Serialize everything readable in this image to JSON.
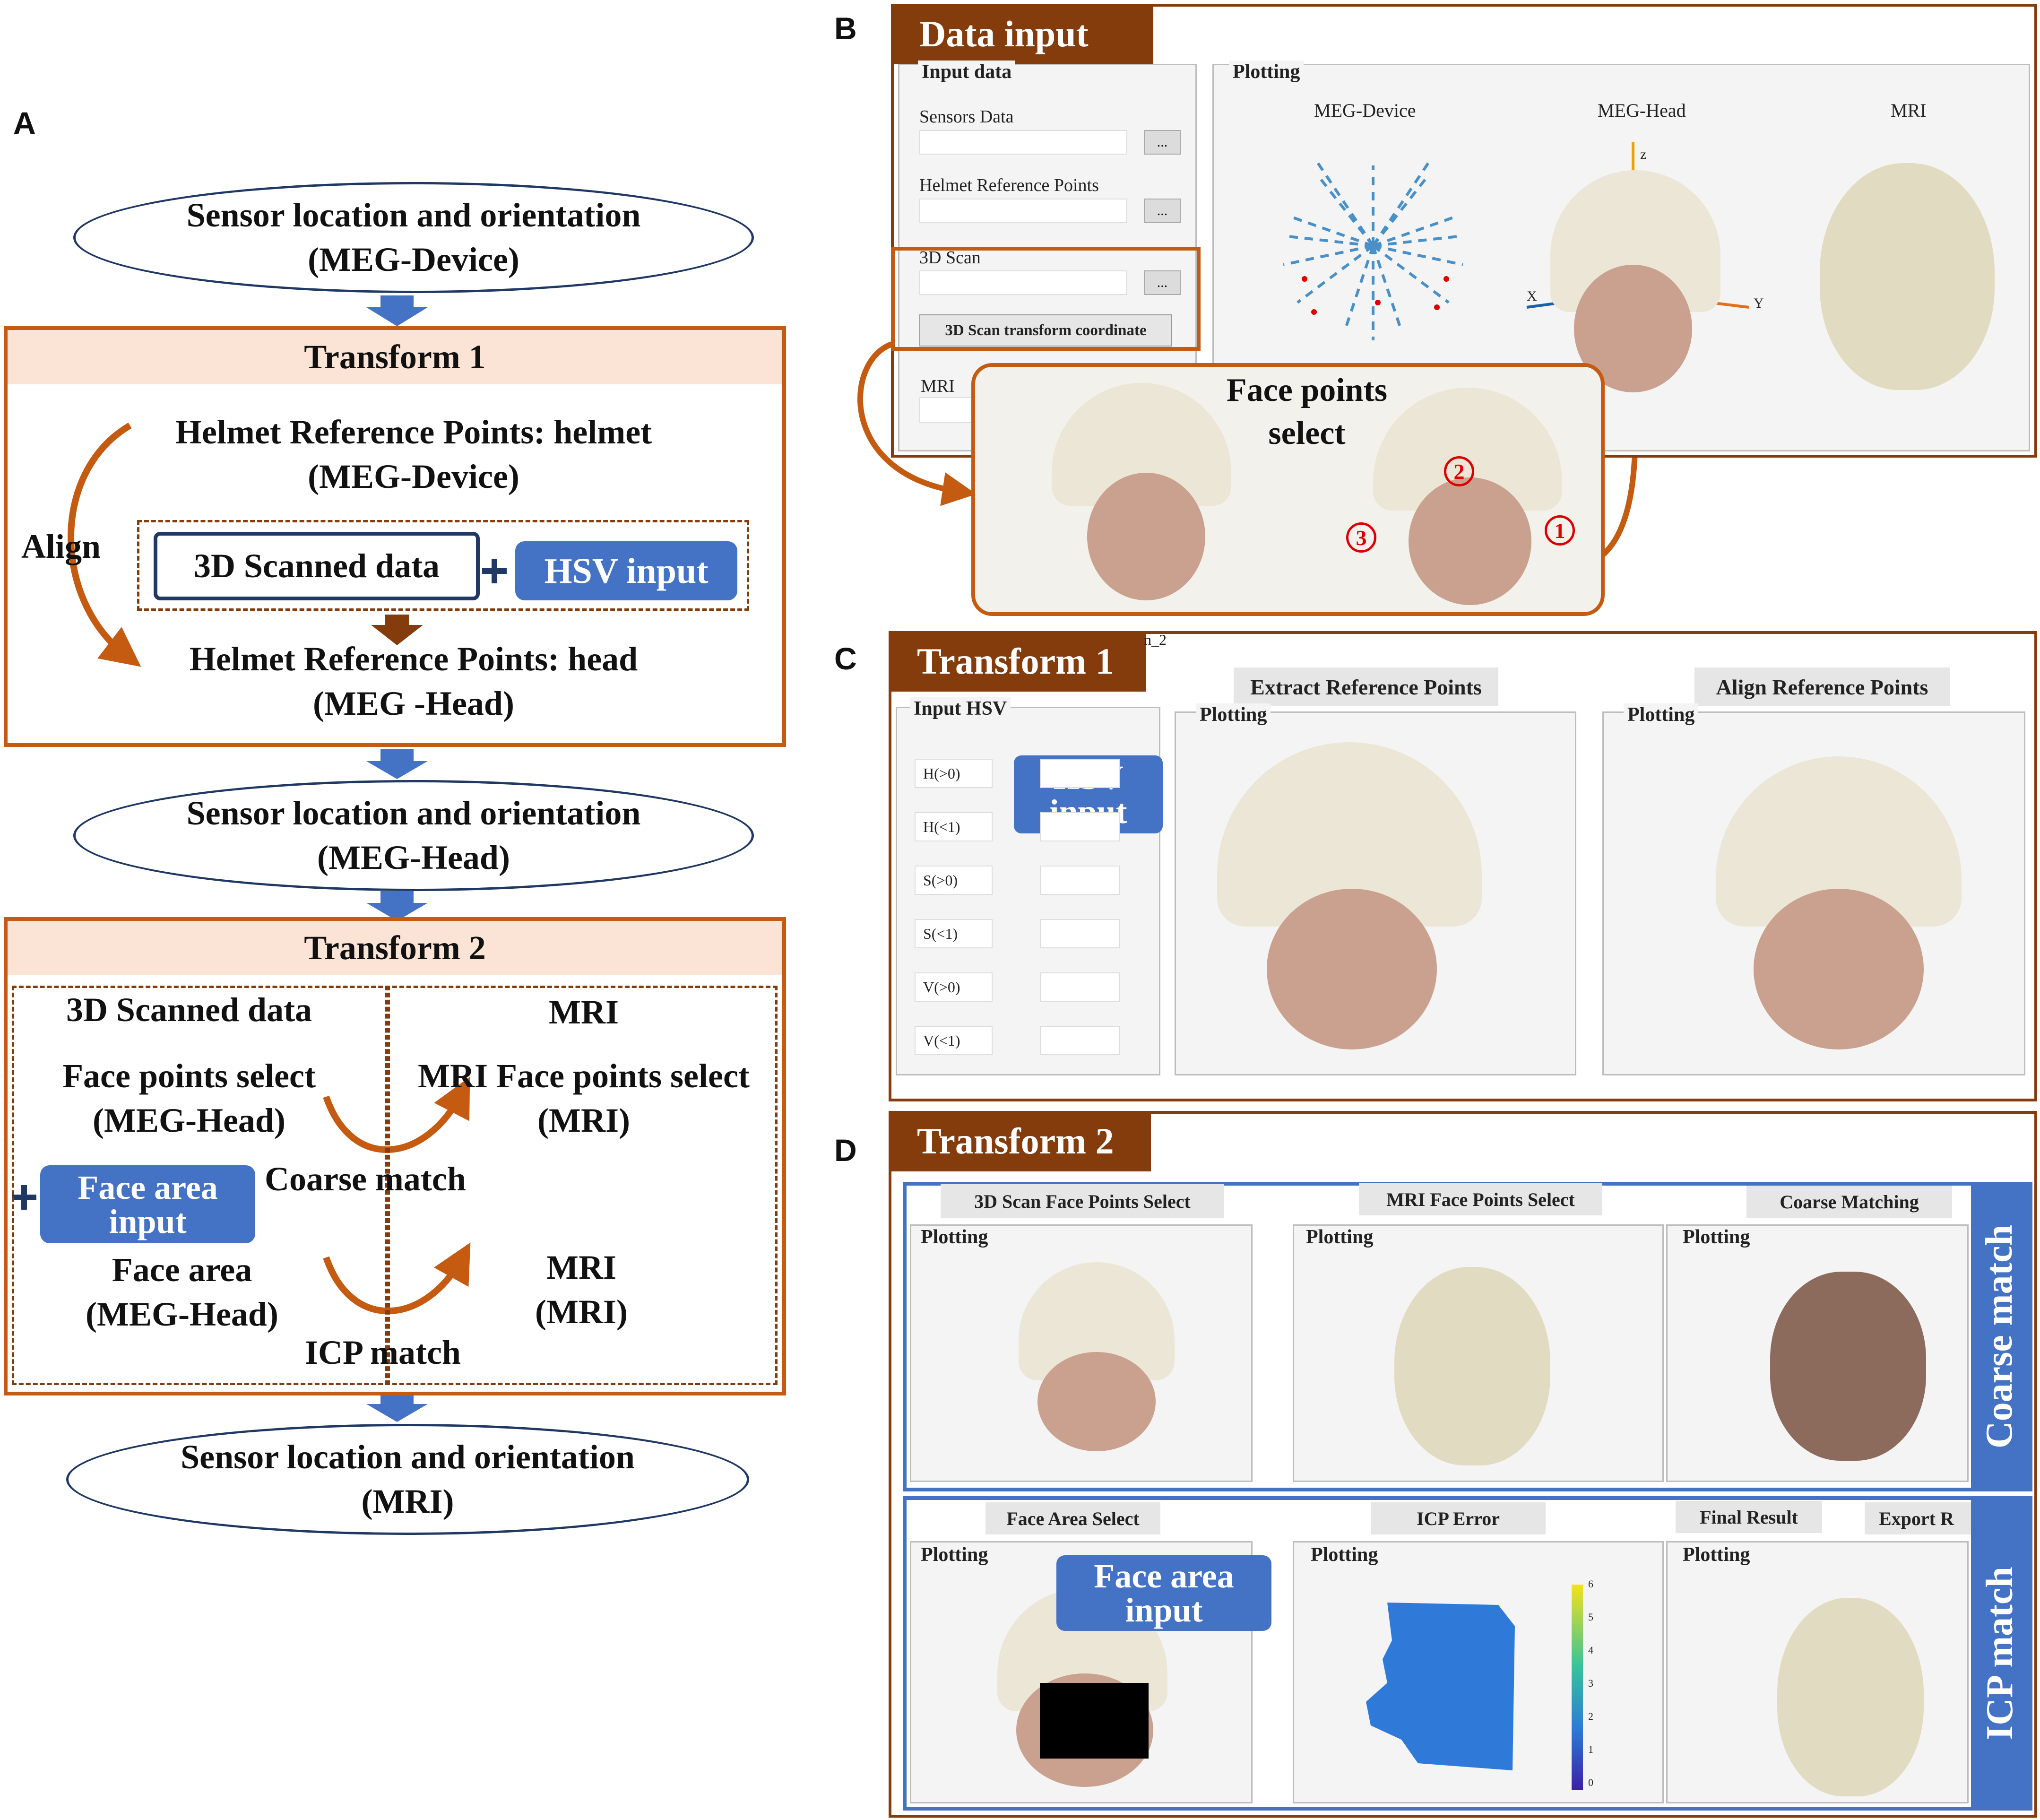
{
  "panel_labels": {
    "a": "A",
    "b": "B",
    "c": "C",
    "d": "D"
  },
  "panelA": {
    "ell1": {
      "line1": "Sensor location and orientation",
      "line2": "(MEG-Device)"
    },
    "t1": {
      "title": "Transform 1",
      "helmet_line1": "Helmet Reference Points: helmet",
      "helmet_line2": "(MEG-Device)",
      "align": "Align",
      "scanned": "3D Scanned data",
      "plus": "+",
      "hsv": "HSV input",
      "head_line1": "Helmet Reference Points: head",
      "head_line2": "(MEG -Head)"
    },
    "ell2": {
      "line1": "Sensor location and orientation",
      "line2": "(MEG-Head)"
    },
    "t2": {
      "title": "Transform 2",
      "scanned": "3D Scanned data",
      "mri": "MRI",
      "face_select": "Face points select",
      "face_select_sub": "(MEG-Head)",
      "mri_face_select": "MRI Face points select",
      "mri_face_select_sub": "(MRI)",
      "coarse": "Coarse match",
      "plus": "+",
      "face_area_input_l1": "Face area",
      "face_area_input_l2": "input",
      "face_area": "Face area",
      "face_area_sub": "(MEG-Head)",
      "mri2": "MRI",
      "mri2_sub": "(MRI)",
      "icp": "ICP match"
    },
    "ell3": {
      "line1": "Sensor location and orientation",
      "line2": "(MRI)"
    }
  },
  "panelB": {
    "tab": "Data input",
    "input_data": "Input data",
    "sensors": "Sensors Data",
    "helmet_ref": "Helmet Reference Points",
    "scan": "3D Scan",
    "browse": "...",
    "transform_btn": "3D Scan transform coordinate",
    "mri": "MRI",
    "plotting": "Plotting",
    "meg_device": "MEG-Device",
    "meg_head": "MEG-Head",
    "mri_col": "MRI",
    "axis_z": "z",
    "axis_x": "X",
    "axis_y": "Y",
    "callout_line1": "Face points",
    "callout_line2": "select",
    "marker1": "1",
    "marker2": "2",
    "marker3": "3"
  },
  "panelC": {
    "tab": "Transform 1",
    "window_fragment": "n_2",
    "input_hsv": "Input HSV",
    "fields": [
      "H(>0)",
      "H(<1)",
      "S(>0)",
      "S(<1)",
      "V(>0)",
      "V(<1)"
    ],
    "hsv_l1": "HSV",
    "hsv_l2": "input",
    "extract": "Extract Reference Points",
    "align": "Align Reference Points",
    "plotting": "Plotting"
  },
  "panelD": {
    "tab": "Transform 2",
    "scan_face": "3D Scan Face Points Select",
    "mri_face": "MRI Face Points Select",
    "coarse": "Coarse Matching",
    "face_area": "Face Area Select",
    "icp_error": "ICP Error",
    "final": "Final Result",
    "export": "Export R",
    "plotting": "Plotting",
    "coarse_side": "Coarse match",
    "icp_side": "ICP match",
    "fa_input_l1": "Face area",
    "fa_input_l2": "input",
    "colorbar_ticks": [
      "6",
      "5",
      "4",
      "3",
      "2",
      "1",
      "0"
    ]
  },
  "colors": {
    "orange": "#c55a11",
    "brown": "#843c0c",
    "navy": "#1f3864",
    "blue": "#4472c4",
    "pink": "#fbe3d6"
  }
}
